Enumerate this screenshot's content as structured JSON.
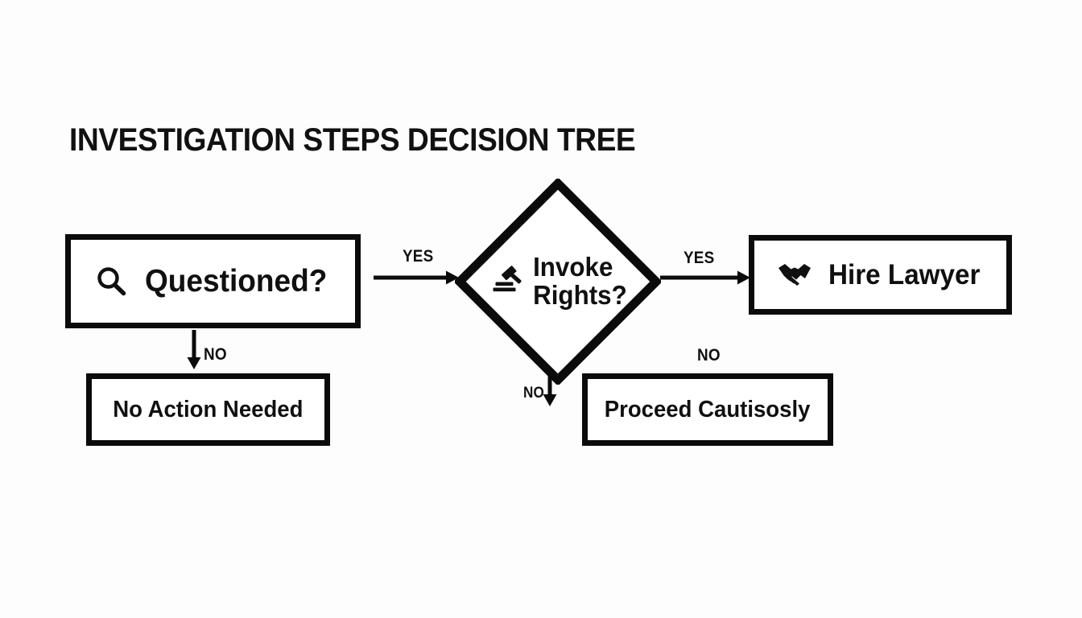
{
  "diagram": {
    "title": "INVESTIGATION STEPS DECISION TREE",
    "type": "decision-tree-flowchart",
    "colors": {
      "background": "#fdfdfd",
      "stroke": "#0b0b0b",
      "text": "#101010",
      "node_fill": "#ffffff"
    },
    "nodes": [
      {
        "id": "questioned",
        "label": "Questioned?",
        "shape": "rectangle",
        "icon": "search-icon"
      },
      {
        "id": "invoke_rights",
        "label_line1": "Invoke",
        "label_line2": "Rights?",
        "shape": "diamond",
        "icon": "gavel-icon"
      },
      {
        "id": "hire_lawyer",
        "label": "Hire Lawyer",
        "shape": "rectangle",
        "icon": "handshake-icon"
      },
      {
        "id": "no_action",
        "label": "No Action Needed",
        "shape": "rectangle",
        "icon": "none"
      },
      {
        "id": "proceed",
        "label": "Proceed Cautisosly",
        "shape": "rectangle",
        "icon": "none"
      }
    ],
    "edges": [
      {
        "id": "questioned_yes",
        "from": "questioned",
        "to": "invoke_rights",
        "label": "YES",
        "direction": "right"
      },
      {
        "id": "questioned_no",
        "from": "questioned",
        "to": "no_action",
        "label": "NO",
        "direction": "down"
      },
      {
        "id": "invoke_yes",
        "from": "invoke_rights",
        "to": "hire_lawyer",
        "label": "YES",
        "direction": "right"
      },
      {
        "id": "invoke_no",
        "from": "invoke_rights",
        "to": "proceed",
        "label": "NO",
        "direction": "down"
      },
      {
        "id": "stray_no",
        "from": "",
        "to": "proceed",
        "label": "NO",
        "direction": "none"
      }
    ]
  }
}
